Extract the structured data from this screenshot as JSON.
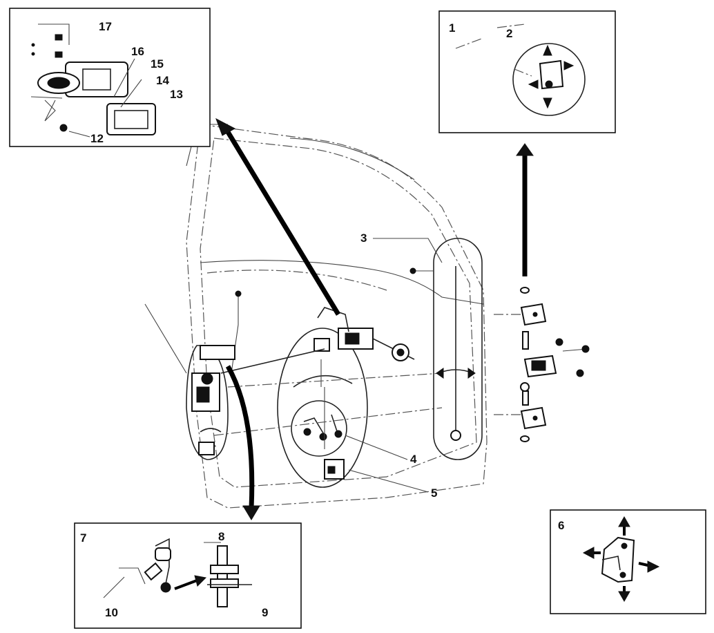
{
  "callouts": {
    "c1": "1",
    "c2": "2",
    "c3": "3",
    "c4": "4",
    "c5": "5",
    "c6": "6",
    "c7": "7",
    "c8": "8",
    "c9": "9",
    "c10": "10",
    "c12": "12",
    "c13": "13",
    "c14": "14",
    "c15": "15",
    "c16": "16",
    "c17": "17"
  },
  "icons": {
    "detail_arrow": "arrow-icon",
    "adjust_arrow": "move-arrow-icon"
  }
}
